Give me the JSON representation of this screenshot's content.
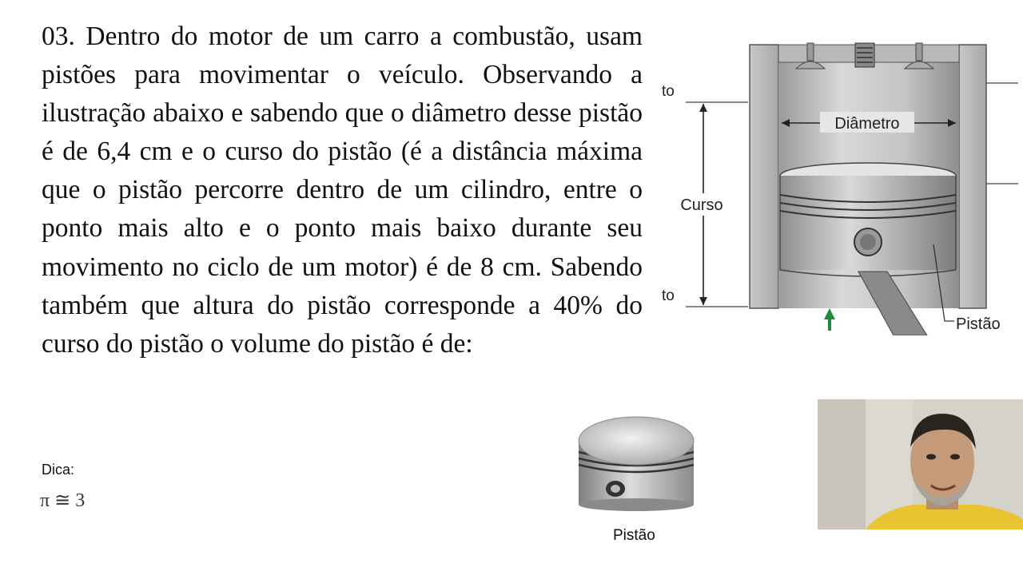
{
  "question": {
    "text": "03. Dentro do motor de um carro a combustão, usam pistões para movimentar o veículo. Observando a ilustração abaixo e sabendo que o diâmetro desse pistão é de 6,4 cm e o curso do pistão (é a distância máxima que o pistão percorre dentro de um cilindro, entre o ponto mais alto e o ponto mais baixo durante seu movimento no ciclo de um motor) é de 8 cm. Sabendo também que altura do pistão corresponde a 40% do curso do pistão o volume do pistão é de:"
  },
  "hint": {
    "label": "Dica:",
    "formula": "π ≅ 3"
  },
  "diagram": {
    "diameter_label": "Diâmetro",
    "stroke_label": "Curso",
    "piston_label": "Pistão",
    "top_partial": "to",
    "bottom_partial": "to"
  },
  "photo": {
    "caption": "Pistão"
  },
  "colors": {
    "arrow_green": "#1e8a3c",
    "shirt_yellow": "#e8c430"
  }
}
